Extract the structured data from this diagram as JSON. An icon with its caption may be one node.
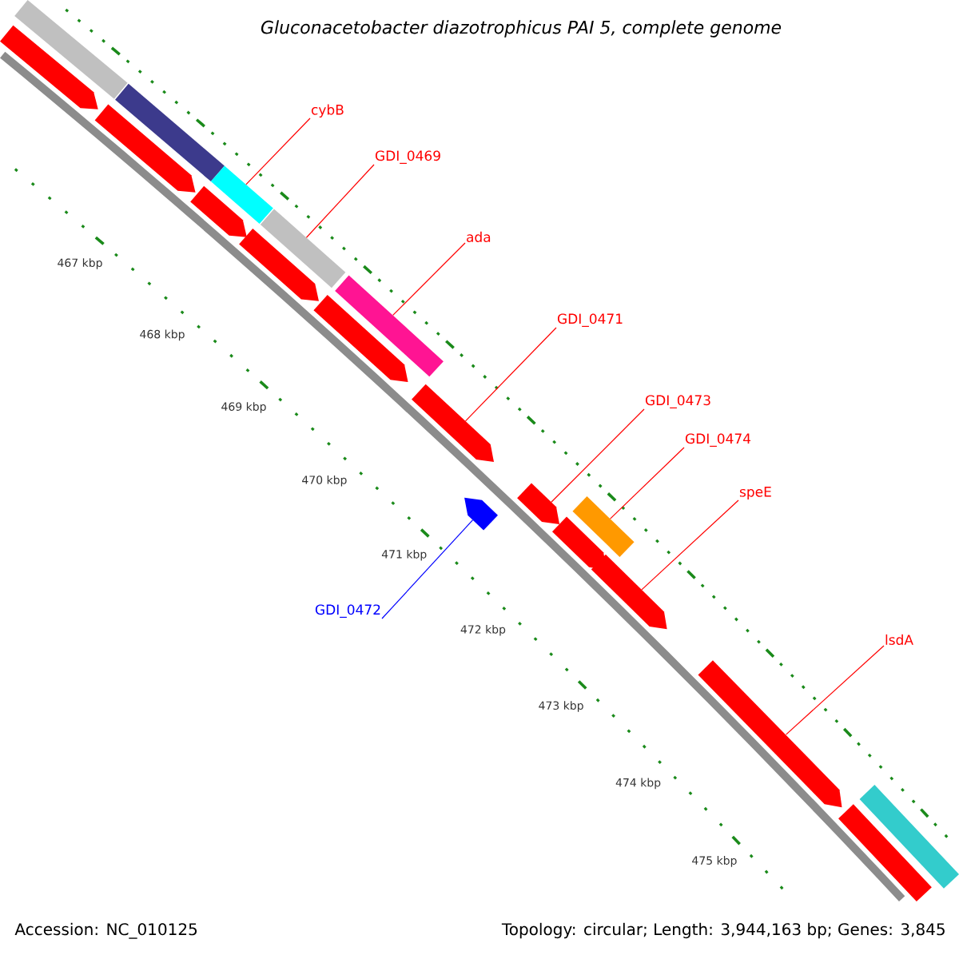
{
  "diagram": {
    "title": "Gluconacetobacter diazotrophicus PAI 5, complete genome",
    "nodes": [
      {
        "text": [
          "cybB"
        ]
      },
      {
        "text": [
          "GDI_0469"
        ]
      },
      {
        "text": [
          "ada"
        ]
      },
      {
        "text": [
          "GDI_0471"
        ]
      },
      {
        "text": [
          "GDI_0473"
        ]
      },
      {
        "text": [
          "GDI_0474"
        ]
      },
      {
        "text": [
          "speE"
        ]
      },
      {
        "text": [
          "GDI_0472"
        ]
      },
      {
        "text": [
          "lsdA"
        ]
      },
      {
        "text": [],
        "shape": "pentagon"
      },
      {
        "text": [],
        "shape": "pentagon"
      },
      {
        "text": [],
        "shape": "pentagon"
      },
      {
        "text": [],
        "shape": "pentagon"
      },
      {
        "text": [],
        "shape": "pentagon"
      },
      {
        "text": [],
        "shape": "pentagon"
      },
      {
        "text": [],
        "shape": "pentagon"
      },
      {
        "text": [],
        "shape": "pentagon"
      },
      {
        "text": [],
        "shape": "pentagon"
      },
      {
        "text": [],
        "shape": "pentagon"
      },
      {
        "text": [],
        "shape": "bar"
      },
      {
        "text": [],
        "shape": "bar"
      },
      {
        "text": [],
        "shape": "bar"
      },
      {
        "text": [],
        "shape": "bar"
      },
      {
        "text": [],
        "shape": "bar"
      },
      {
        "text": [],
        "shape": "bar"
      },
      {
        "text": [],
        "shape": "bar"
      },
      {
        "text": [],
        "shape": "bar"
      },
      {
        "text": [],
        "shape": "pentagon"
      }
    ],
    "edges": [
      {
        "from": 0,
        "to": 22,
        "arrow": "none"
      },
      {
        "from": 1,
        "to": 23,
        "arrow": "none"
      },
      {
        "from": 2,
        "to": 24,
        "arrow": "none"
      },
      {
        "from": 3,
        "to": 14,
        "arrow": "none"
      },
      {
        "from": 4,
        "to": 15,
        "arrow": "none"
      },
      {
        "from": 5,
        "to": 25,
        "arrow": "none"
      },
      {
        "from": 6,
        "to": 17,
        "arrow": "none"
      },
      {
        "from": 7,
        "to": 27,
        "arrow": "none",
        "color": "#0000ff"
      },
      {
        "from": 8,
        "to": 18,
        "arrow": "none"
      }
    ],
    "labels": [
      "467 kbp",
      "468 kbp",
      "469 kbp",
      "470 kbp",
      "471 kbp",
      "472 kbp",
      "473 kbp",
      "474 kbp",
      "475 kbp",
      "Accession: NC_010125",
      "Topology: circular; Length: 3,944,163 bp; Genes: 3,845"
    ]
  }
}
